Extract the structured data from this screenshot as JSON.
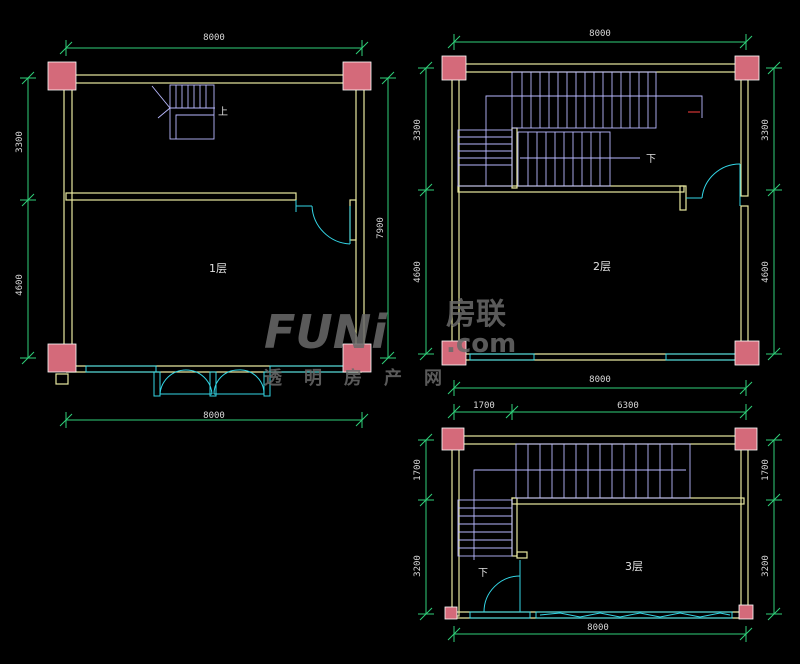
{
  "plans": {
    "floor1": {
      "label": "1层",
      "dim_top": "8000",
      "dim_bottom": "8000",
      "dim_left_upper": "3300",
      "dim_left_lower": "4600",
      "dim_right_total": "7900",
      "stair_mark": "上"
    },
    "floor2": {
      "label": "2层",
      "dim_top": "8000",
      "dim_bottom": "8000",
      "dim_left_upper": "3300",
      "dim_left_lower": "4600",
      "dim_right_upper": "3300",
      "dim_right_lower": "4600",
      "stair_mark": "下"
    },
    "floor3": {
      "label": "3层",
      "dim_top_left": "1700",
      "dim_top_right": "6300",
      "dim_bottom": "8000",
      "dim_left_upper": "1700",
      "dim_left_lower": "3200",
      "dim_right_upper": "1700",
      "dim_right_lower": "3200",
      "stair_mark": "下"
    }
  },
  "watermark": {
    "logo": "FUNi",
    "logo_cn": "房联",
    "logo_com": ".com",
    "tagline": "透明房产网"
  },
  "colors": {
    "background": "#000000",
    "wall": "#e8e8a0",
    "dimension": "#2fd07a",
    "column": "#d46a7a",
    "door_window": "#33d6e6",
    "stair": "#b9b9ff"
  }
}
